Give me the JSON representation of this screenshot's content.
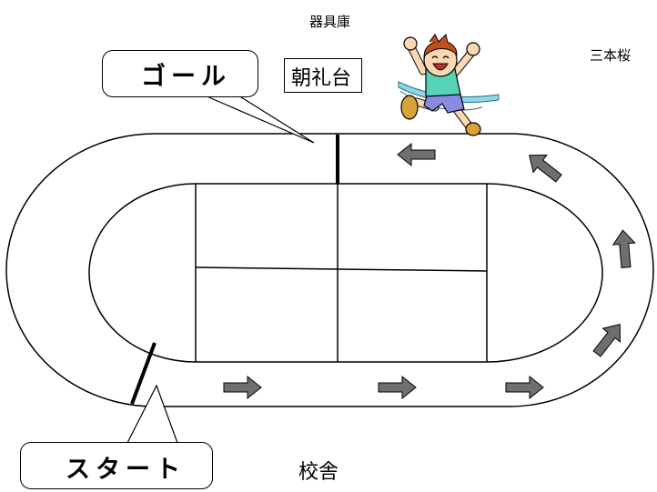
{
  "labels": {
    "equipment_storage": "器具庫",
    "three_cherry_trees": "三本桜",
    "morning_assembly_stand": "朝礼台",
    "goal": "ゴール",
    "start": "スタート",
    "school_building": "校舎"
  },
  "colors": {
    "arrow_fill": "#6f6f6f",
    "line": "#000000",
    "shirt": "#55d4b8",
    "shorts": "#8a8ae0",
    "hair": "#c0501e",
    "skin": "#fbd8b4",
    "ribbon": "#8fd6e6"
  },
  "icons": [
    "direction-arrow",
    "runner-illustration",
    "goal-tape-ribbon"
  ]
}
